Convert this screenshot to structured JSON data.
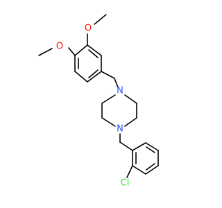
{
  "molecule": {
    "atoms": {
      "oxygen_top": "O",
      "oxygen_left": "O",
      "nitrogen_top": "N",
      "nitrogen_bottom": "N",
      "chlorine": "Cl"
    },
    "colors": {
      "bond": "#000000",
      "oxygen": "#ff0d0d",
      "nitrogen": "#3050f8",
      "chlorine": "#1ff01f",
      "background": "#ffffff"
    }
  }
}
